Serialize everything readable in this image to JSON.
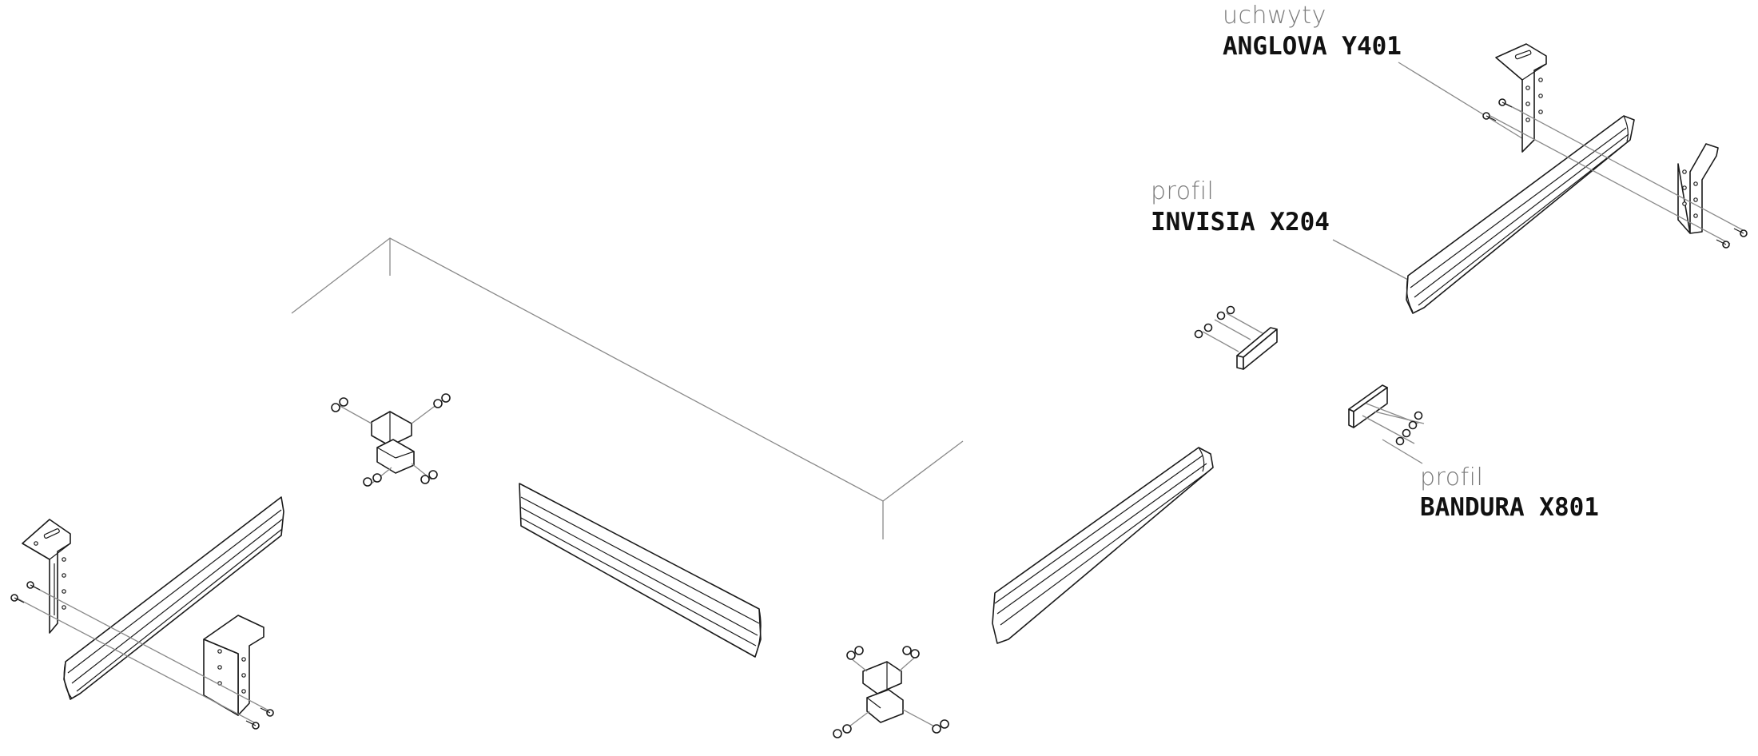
{
  "labels": {
    "anglova": {
      "category": "uchwyty",
      "name": "ANGLOVA Y401"
    },
    "invisia": {
      "category": "profil",
      "name": "INVISIA X204"
    },
    "bandura": {
      "category": "profil",
      "name": "BANDURA X801"
    }
  },
  "icons": [
    "bracket-icon",
    "profile-icon",
    "screw-icon",
    "end-cap-icon",
    "corner-connector-icon"
  ],
  "colors": {
    "line": "#1a1a1a",
    "guide": "#8a8a8a",
    "label_category": "#7a7a7a",
    "label_name": "#111111"
  }
}
